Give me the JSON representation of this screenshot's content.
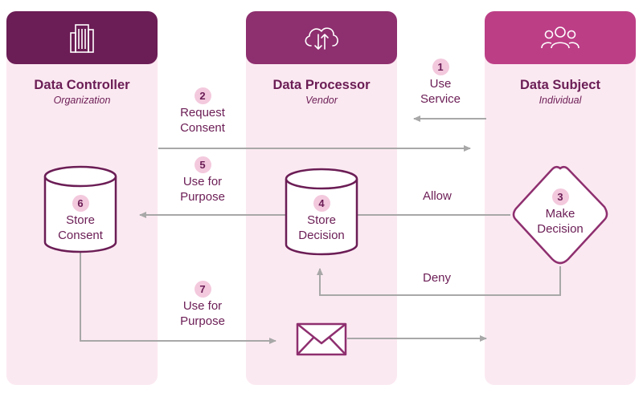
{
  "colors": {
    "controller": "#6b1d55",
    "processor": "#8e2f6f",
    "subject": "#bc3f86",
    "lane_fill": "#fbe9f1",
    "arrow": "#a8a8a8",
    "text": "#6b1d55",
    "badge": "#f3c9dd"
  },
  "lanes": [
    {
      "title": "Data Controller",
      "subtitle": "Organization",
      "icon": "building-icon"
    },
    {
      "title": "Data Processor",
      "subtitle": "Vendor",
      "icon": "cloud-sync-icon"
    },
    {
      "title": "Data Subject",
      "subtitle": "Individual",
      "icon": "users-icon"
    }
  ],
  "steps": [
    {
      "num": "1",
      "label": "Use\nService"
    },
    {
      "num": "2",
      "label": "Request\nConsent"
    },
    {
      "num": "3",
      "label": "Make\nDecision"
    },
    {
      "num": "4",
      "label": "Store\nDecision"
    },
    {
      "num": "5",
      "label": "Use for\nPurpose"
    },
    {
      "num": "6",
      "label": "Store\nConsent"
    },
    {
      "num": "7",
      "label": "Use for\nPurpose"
    }
  ],
  "edges": {
    "allow": "Allow",
    "deny": "Deny"
  },
  "icons": {
    "envelope": "envelope-icon"
  }
}
